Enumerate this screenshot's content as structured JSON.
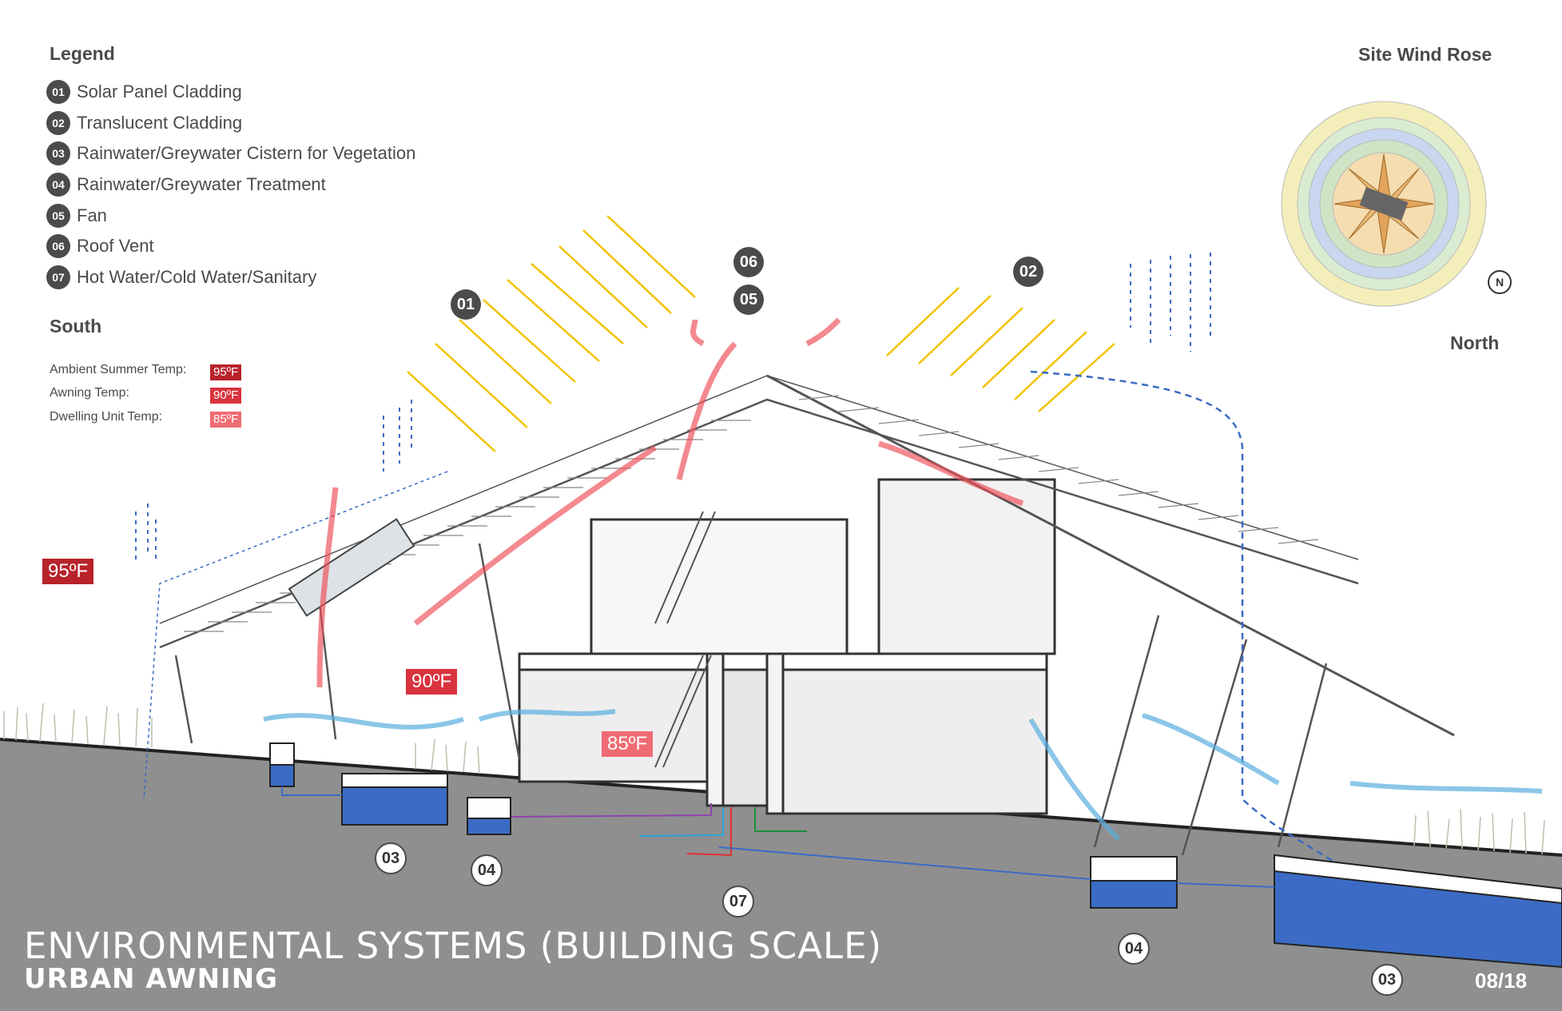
{
  "legend": {
    "title": "Legend",
    "items": [
      {
        "num": "01",
        "label": "Solar Panel Cladding"
      },
      {
        "num": "02",
        "label": "Translucent Cladding"
      },
      {
        "num": "03",
        "label": "Rainwater/Greywater Cistern for Vegetation"
      },
      {
        "num": "04",
        "label": "Rainwater/Greywater Treatment"
      },
      {
        "num": "05",
        "label": "Fan"
      },
      {
        "num": "06",
        "label": "Roof Vent"
      },
      {
        "num": "07",
        "label": "Hot Water/Cold Water/Sanitary"
      }
    ]
  },
  "orientation": {
    "south": "South",
    "north": "North"
  },
  "temps": {
    "ambient_label": "Ambient Summer Temp:",
    "ambient_value": "95ºF",
    "awning_label": "Awning Temp:",
    "awning_value": "90ºF",
    "dwelling_label": "Dwelling Unit Temp:",
    "dwelling_value": "85ºF",
    "outside_value": "95ºF",
    "awning_zone_value": "90ºF",
    "dwelling_zone_value": "85ºF"
  },
  "windrose": {
    "title": "Site Wind Rose",
    "north_letter": "N"
  },
  "callouts": {
    "c01": "01",
    "c02": "02",
    "c05": "05",
    "c06": "06",
    "c03a": "03",
    "c04a": "04",
    "c07": "07",
    "c04b": "04",
    "c03b": "03"
  },
  "title": {
    "main": "ENVIRONMENTAL SYSTEMS (BUILDING SCALE)",
    "sub": "URBAN AWNING",
    "page": "08/18"
  },
  "colors": {
    "ambient": "#b8222a",
    "awning": "#d9333d",
    "dwelling": "#ef6b73",
    "ground": "#8f8f8f",
    "water": "#3b6bc4",
    "solar": "#f2c200",
    "heat": "#ee4b55",
    "air": "#5aaee0"
  }
}
